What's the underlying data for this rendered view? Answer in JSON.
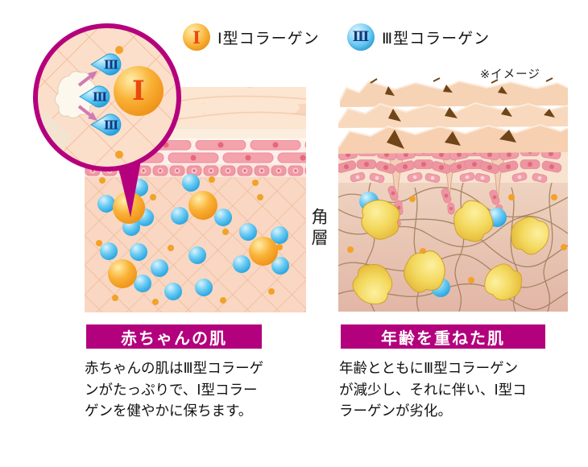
{
  "note": "※イメージ",
  "legend": {
    "type1": {
      "symbol": "Ⅰ",
      "label": "Ⅰ型コラーゲン"
    },
    "type3": {
      "symbol": "Ⅲ",
      "label": "Ⅲ型コラーゲン"
    }
  },
  "stratum_label": "角層",
  "panels": {
    "baby": {
      "title": "赤ちゃんの肌",
      "description": "赤ちゃんの肌はⅢ型コラーゲ\nンがたっぷりで、Ⅰ型コラー\nゲンを健やかに保ちます。"
    },
    "aged": {
      "title": "年齢を重ねた肌",
      "description": "年齢とともにⅢ型コラーゲン\nが減少し、それに伴い、Ⅰ型コ\nラーゲンが劣化。"
    }
  },
  "colors": {
    "banner_magenta": "#b3007d",
    "inset_border_magenta": "#b5007d",
    "type1_orange": "#f9b233",
    "type3_blue": "#54c3f1",
    "aged_fiber_brown": "#9d7b57",
    "crack_brown": "#6f4519"
  }
}
